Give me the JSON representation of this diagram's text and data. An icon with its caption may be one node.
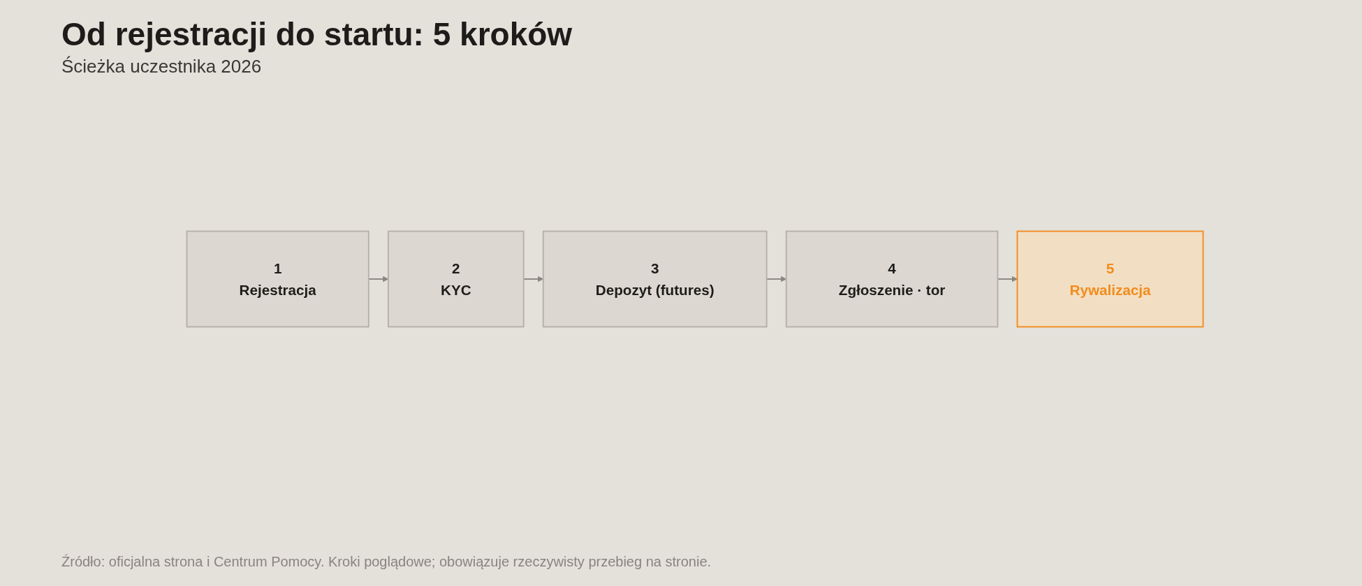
{
  "diagram": {
    "title": "Od rejestracji do startu: 5 kroków",
    "caption": "Źródło: oficjalna strona i Centrum Pomocy. Kroki poglądowe; obowiązuje rzeczywisty przebieg na stronie.",
    "labels": [
      "Ścieżka uczestnika 2026"
    ],
    "nodes": [
      {
        "text": [
          "1",
          "Rejestracja"
        ]
      },
      {
        "text": [
          "2",
          "KYC"
        ]
      },
      {
        "text": [
          "3",
          "Depozyt (futures)"
        ]
      },
      {
        "text": [
          "4",
          "Zgłoszenie · tor"
        ]
      },
      {
        "text": [
          "5",
          "Rywalizacja"
        ]
      }
    ],
    "edges": [
      {
        "from": 0,
        "to": 1,
        "arrow": "to"
      },
      {
        "from": 1,
        "to": 2,
        "arrow": "to"
      },
      {
        "from": 2,
        "to": 3,
        "arrow": "to"
      },
      {
        "from": 3,
        "to": 4,
        "arrow": "to"
      }
    ]
  }
}
